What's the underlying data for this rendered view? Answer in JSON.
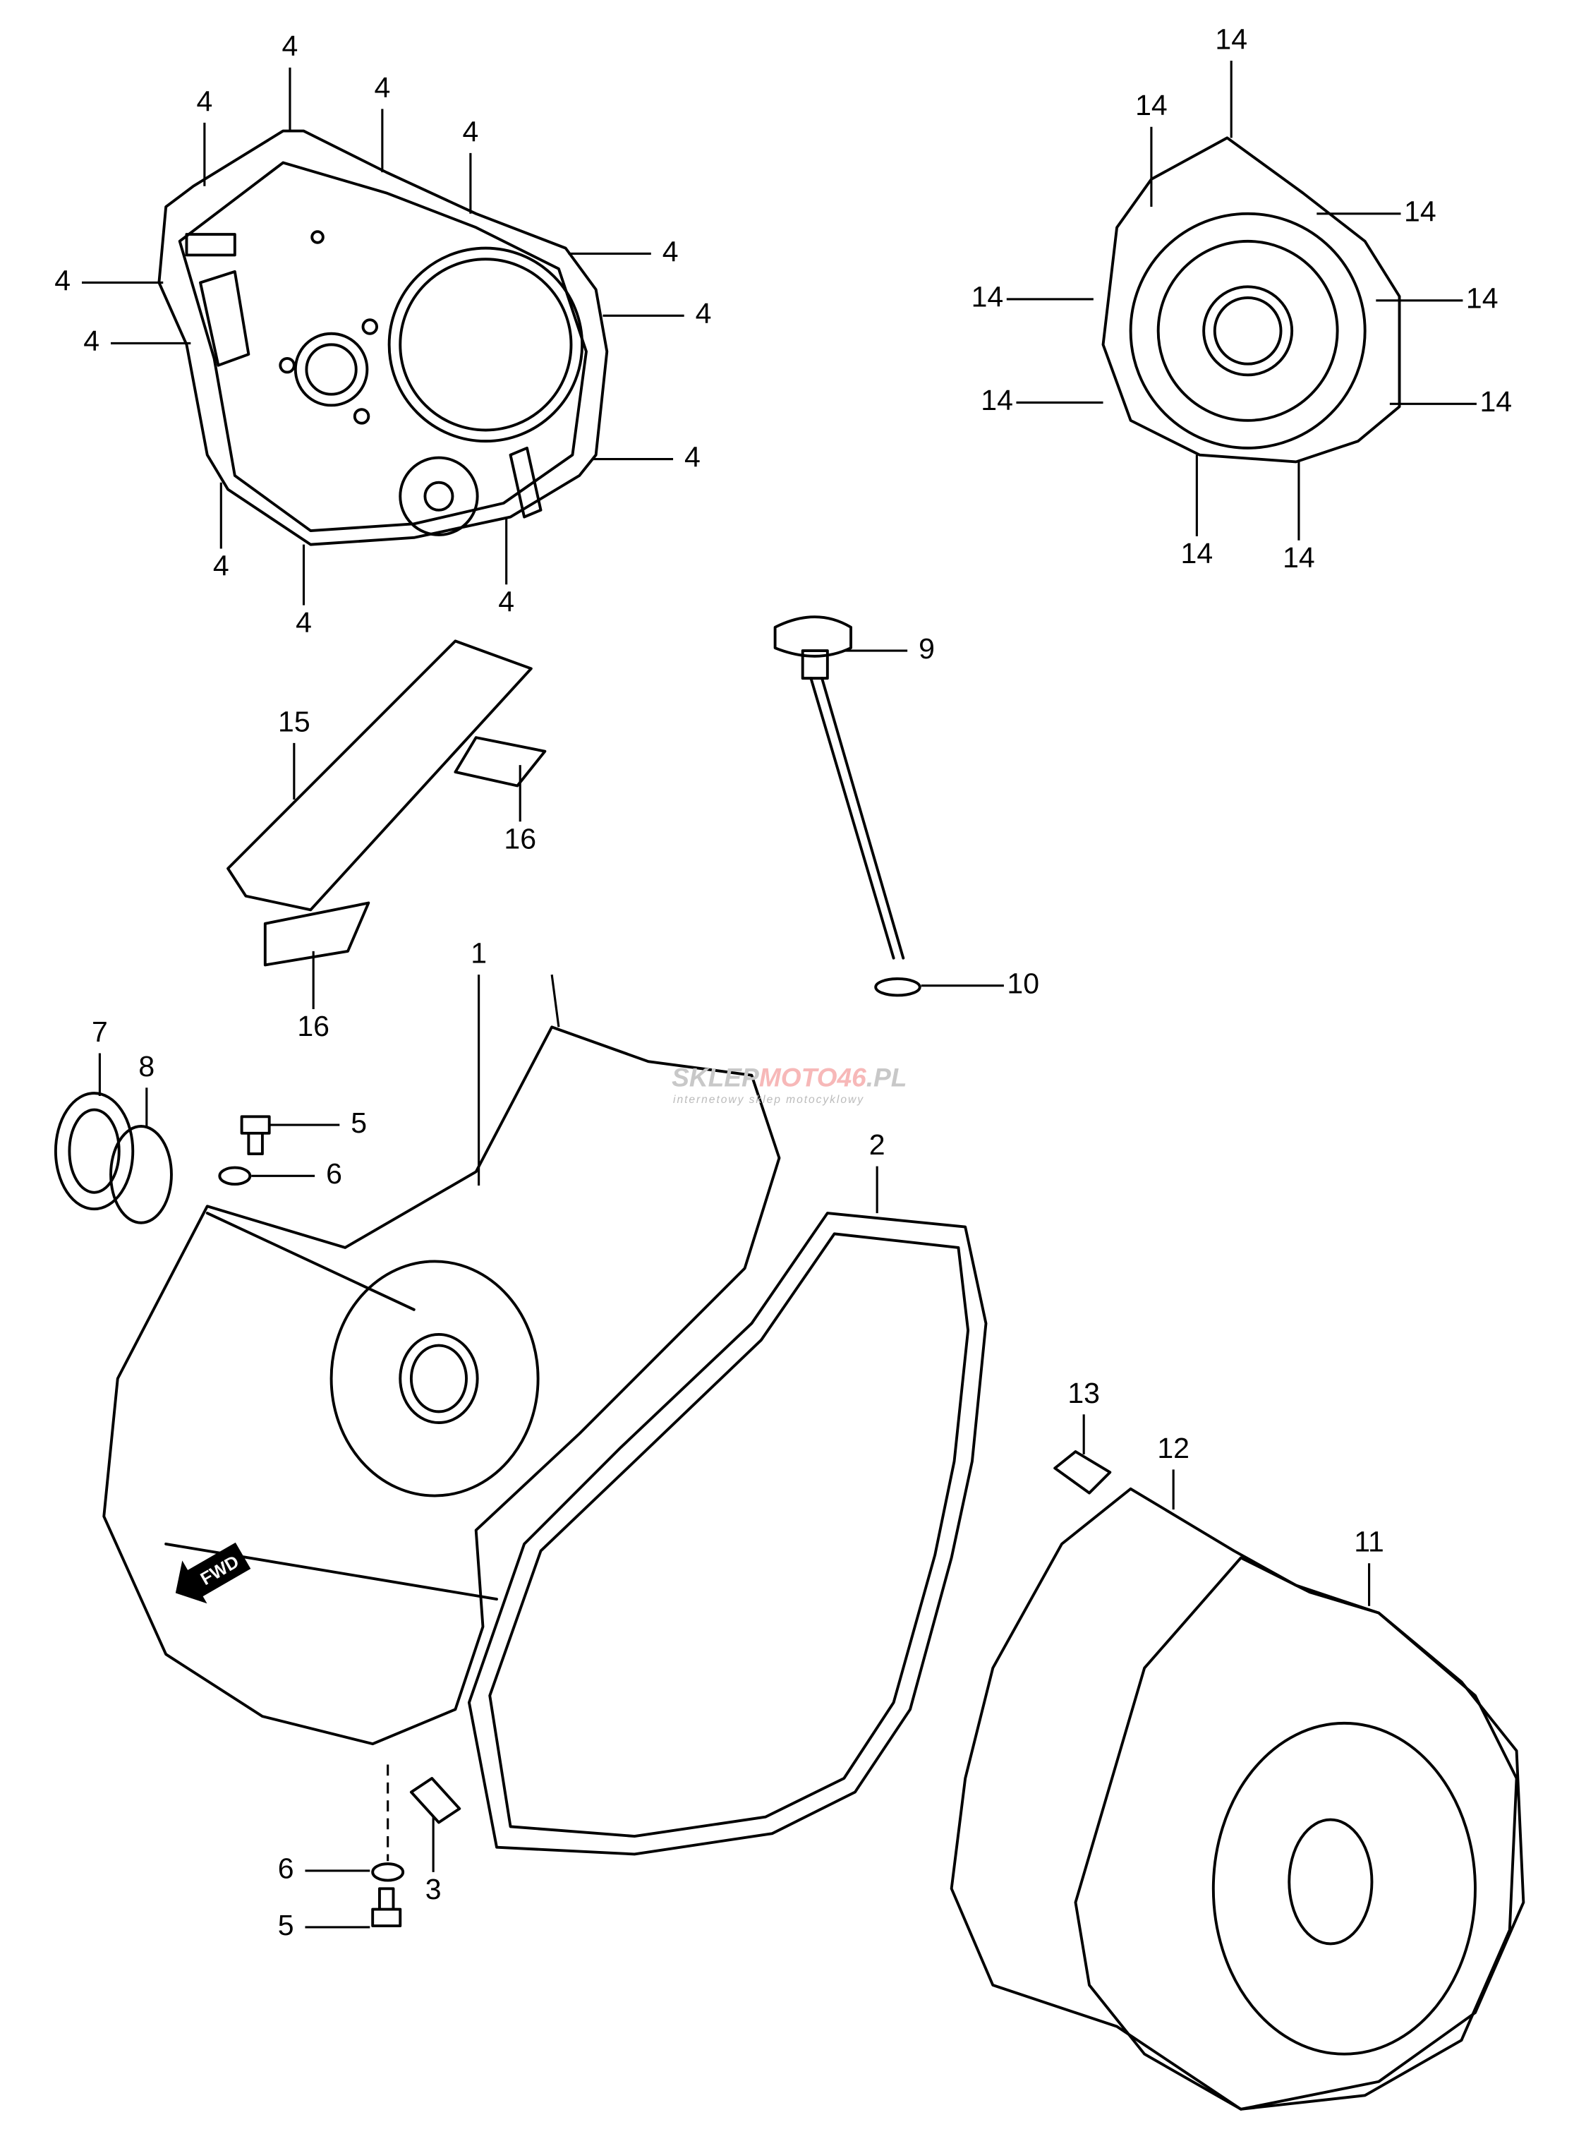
{
  "diagram": {
    "callouts": {
      "p4": "4",
      "p14": "14",
      "p9": "9",
      "p15": "15",
      "p16": "16",
      "p1": "1",
      "p10": "10",
      "p7": "7",
      "p8": "8",
      "p5": "5",
      "p6": "6",
      "p2": "2",
      "p13": "13",
      "p12": "12",
      "p11": "11",
      "p3": "3"
    },
    "direction_arrow": "FWD",
    "watermark": {
      "brand_part1": "SKLEP",
      "brand_part2": "MOTO",
      "brand_part3": "46",
      "brand_part4": ".PL",
      "tagline": "internetowy sklep motocyklowy",
      "colors": {
        "grey": "#c8c8c8",
        "red": "#f7b8b8"
      }
    }
  }
}
